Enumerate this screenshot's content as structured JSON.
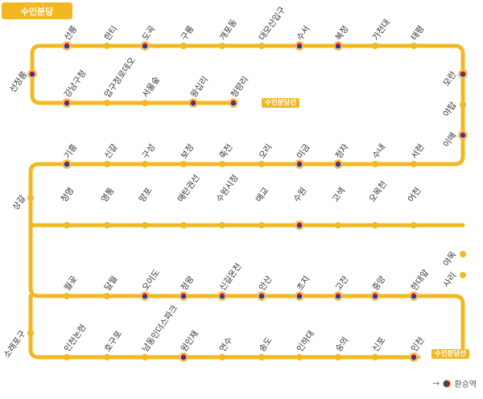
{
  "title": "수인분당",
  "line_color": "#f2b822",
  "transfer_colors": {
    "red": "#c8102e",
    "blue": "#1f3f99"
  },
  "stations": [
    {
      "name": "선릉",
      "transfer": true
    },
    {
      "name": "한티",
      "transfer": false
    },
    {
      "name": "도곡",
      "transfer": true
    },
    {
      "name": "구룡",
      "transfer": false
    },
    {
      "name": "개포동",
      "transfer": false
    },
    {
      "name": "대모산입구",
      "transfer": false
    },
    {
      "name": "수서",
      "transfer": true
    },
    {
      "name": "복정",
      "transfer": true
    },
    {
      "name": "가천대",
      "transfer": false
    },
    {
      "name": "태평",
      "transfer": false
    },
    {
      "name": "모란",
      "transfer": true
    },
    {
      "name": "야탑",
      "transfer": false
    },
    {
      "name": "이매",
      "transfer": true
    },
    {
      "name": "서현",
      "transfer": false
    },
    {
      "name": "수내",
      "transfer": false
    },
    {
      "name": "정자",
      "transfer": true
    },
    {
      "name": "미금",
      "transfer": true
    },
    {
      "name": "오리",
      "transfer": false
    },
    {
      "name": "죽전",
      "transfer": false
    },
    {
      "name": "보정",
      "transfer": false
    },
    {
      "name": "구성",
      "transfer": false
    },
    {
      "name": "신갈",
      "transfer": false
    },
    {
      "name": "기흥",
      "transfer": true
    },
    {
      "name": "상갈",
      "transfer": false
    },
    {
      "name": "청명",
      "transfer": false
    },
    {
      "name": "영통",
      "transfer": false
    },
    {
      "name": "망포",
      "transfer": false
    },
    {
      "name": "매탄권선",
      "transfer": false
    },
    {
      "name": "수원시청",
      "transfer": false
    },
    {
      "name": "매교",
      "transfer": false
    },
    {
      "name": "수원",
      "transfer": true
    },
    {
      "name": "고색",
      "transfer": false
    },
    {
      "name": "오목천",
      "transfer": false
    },
    {
      "name": "어천",
      "transfer": false
    },
    {
      "name": "야목",
      "transfer": false
    },
    {
      "name": "사리",
      "transfer": false
    },
    {
      "name": "한대앞",
      "transfer": true
    },
    {
      "name": "중앙",
      "transfer": true
    },
    {
      "name": "고잔",
      "transfer": true
    },
    {
      "name": "초지",
      "transfer": true
    },
    {
      "name": "안산",
      "transfer": true
    },
    {
      "name": "신길온천",
      "transfer": true
    },
    {
      "name": "정왕",
      "transfer": true
    },
    {
      "name": "오이도",
      "transfer": true
    },
    {
      "name": "달월",
      "transfer": false
    },
    {
      "name": "월곶",
      "transfer": false
    },
    {
      "name": "소래포구",
      "transfer": false
    },
    {
      "name": "인천논현",
      "transfer": false
    },
    {
      "name": "호구포",
      "transfer": false
    },
    {
      "name": "남동인더스파크",
      "transfer": false
    },
    {
      "name": "원인재",
      "transfer": true
    },
    {
      "name": "연수",
      "transfer": false
    },
    {
      "name": "송도",
      "transfer": false
    },
    {
      "name": "인하대",
      "transfer": false
    },
    {
      "name": "숭의",
      "transfer": false
    },
    {
      "name": "신포",
      "transfer": false
    },
    {
      "name": "인천",
      "transfer": true
    }
  ],
  "branch": {
    "stations": [
      {
        "name": "선정릉",
        "transfer": true
      },
      {
        "name": "강남구청",
        "transfer": true
      },
      {
        "name": "압구정로데오",
        "transfer": false
      },
      {
        "name": "서울숲",
        "transfer": false
      },
      {
        "name": "왕십리",
        "transfer": true
      },
      {
        "name": "청량리",
        "transfer": true
      }
    ],
    "end_label": "수인분당선"
  },
  "end_label": "수인분당선",
  "legend": {
    "label": "환승역"
  }
}
